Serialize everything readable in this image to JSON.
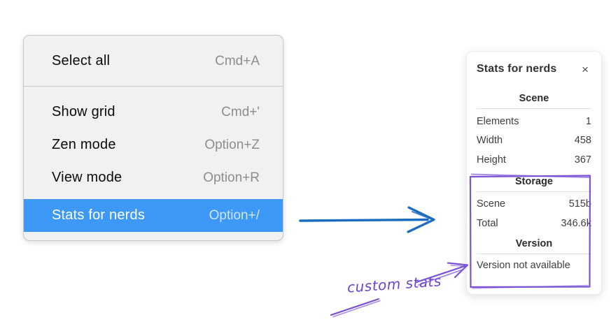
{
  "context_menu": {
    "items": [
      {
        "label": "Select all",
        "shortcut": "Cmd+A",
        "selected": false
      },
      {
        "label": "Show grid",
        "shortcut": "Cmd+'",
        "selected": false
      },
      {
        "label": "Zen mode",
        "shortcut": "Option+Z",
        "selected": false
      },
      {
        "label": "View mode",
        "shortcut": "Option+R",
        "selected": false
      },
      {
        "label": "Stats for nerds",
        "shortcut": "Option+/",
        "selected": true
      }
    ],
    "colors": {
      "background": "#f0f1f2",
      "highlight": "#3d99f5",
      "text": "#0b0b0b",
      "shortcut_text": "#8d8d90"
    }
  },
  "stats_panel": {
    "title": "Stats for nerds",
    "close_icon": "×",
    "sections": [
      {
        "heading": "Scene",
        "rows": [
          {
            "label": "Elements",
            "value": "1"
          },
          {
            "label": "Width",
            "value": "458"
          },
          {
            "label": "Height",
            "value": "367"
          }
        ]
      },
      {
        "heading": "Storage",
        "rows": [
          {
            "label": "Scene",
            "value": "515b"
          },
          {
            "label": "Total",
            "value": "346.6k"
          }
        ]
      },
      {
        "heading": "Version",
        "rows": [],
        "note": "Version not available"
      }
    ]
  },
  "annotations": {
    "label": "custom stats",
    "colors": {
      "flow_arrow": "#1b6cbe",
      "highlight_stroke": "#7a52d6"
    }
  }
}
